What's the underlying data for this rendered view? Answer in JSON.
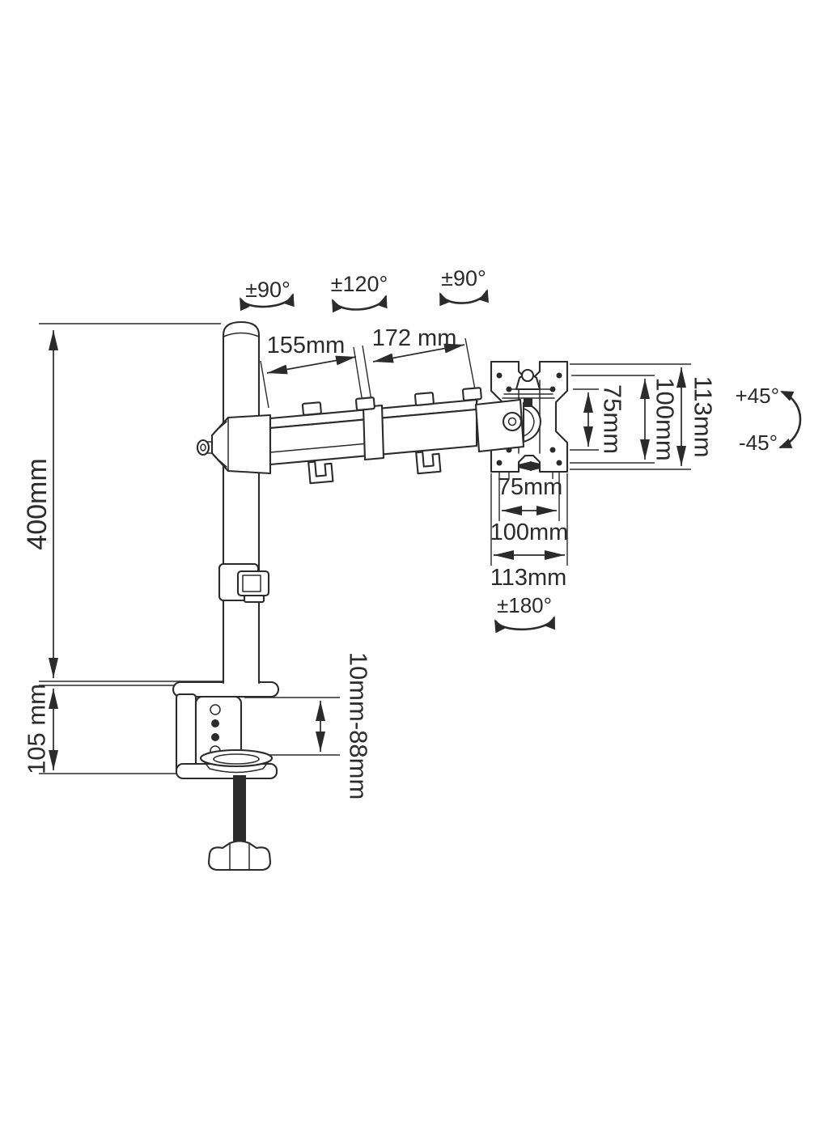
{
  "figure": {
    "type": "technical-line-drawing",
    "subject": "single monitor desk mount arm with C-clamp base"
  },
  "colors": {
    "ink": "#2b2b2b",
    "paper": "#ffffff"
  },
  "angles": {
    "pole_swivel": "±90°",
    "arm_swivel": "±120°",
    "head_swivel": "±90°",
    "tilt_up": "+45°",
    "tilt_down": "-45°",
    "plate_rotation": "±180°"
  },
  "dimensions": {
    "pole_height": "400mm",
    "arm_inner_segment": "155mm",
    "arm_outer_segment": "172 mm",
    "vesa_vertical_75": "75mm",
    "vesa_vertical_100": "100mm",
    "vesa_vertical_113": "113mm",
    "vesa_horizontal_75": "75mm",
    "vesa_horizontal_100": "100mm",
    "vesa_horizontal_113": "113mm",
    "clamp_height": "105 mm",
    "clamp_opening_range": "10mm-88mm"
  }
}
